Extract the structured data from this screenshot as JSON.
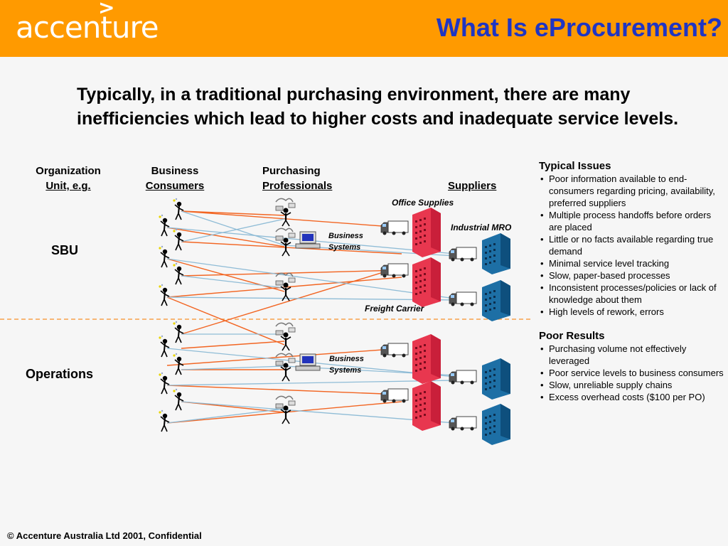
{
  "header": {
    "logo_text": "accenture",
    "logo_mark": ">",
    "title": "What Is eProcurement?",
    "brand_color": "#ff9a00",
    "title_color": "#1f35c3"
  },
  "intro_text": "Typically, in a traditional purchasing environment, there are many inefficiencies which lead to higher costs and inadequate service levels.",
  "columns": {
    "org_unit_line1": "Organization",
    "org_unit_line2": "Unit, e.g.",
    "business_line1": "Business",
    "business_line2": "Consumers",
    "purchasing_line1": "Purchasing",
    "purchasing_line2": "Professionals",
    "suppliers": "Suppliers"
  },
  "rows": {
    "sbu": "SBU",
    "operations": "Operations"
  },
  "diagram_labels": {
    "office_supplies": "Office Supplies",
    "industrial_mro": "Industrial MRO",
    "freight_carrier": "Freight Carrier",
    "business_systems_1_line1": "Business",
    "business_systems_1_line2": "Systems",
    "business_systems_2_line1": "Business",
    "business_systems_2_line2": "Systems"
  },
  "icons": [
    "person-icon",
    "phone-person-icon",
    "computer-icon",
    "truck-icon",
    "red-building-icon",
    "blue-building-icon"
  ],
  "colors": {
    "orange_line": "#f26522",
    "blue_line": "#8fbcd6",
    "red_building": "#e8374f",
    "blue_building": "#1d6fa5",
    "divider": "#f7a04a"
  },
  "typical_issues": {
    "heading": "Typical Issues",
    "items": [
      "Poor information available to end-consumers regarding pricing, availability, preferred suppliers",
      "Multiple process handoffs before orders are placed",
      "Little or no facts available regarding true demand",
      "Minimal service level tracking",
      "Slow, paper-based processes",
      "Inconsistent processes/policies or lack of knowledge about them",
      "High levels of rework, errors"
    ]
  },
  "poor_results": {
    "heading": "Poor Results",
    "items": [
      "Purchasing volume not effectively leveraged",
      "Poor service levels to business consumers",
      "Slow, unreliable supply chains",
      "Excess overhead costs ($100 per PO)"
    ]
  },
  "footer": "© Accenture Australia Ltd 2001, Confidential"
}
